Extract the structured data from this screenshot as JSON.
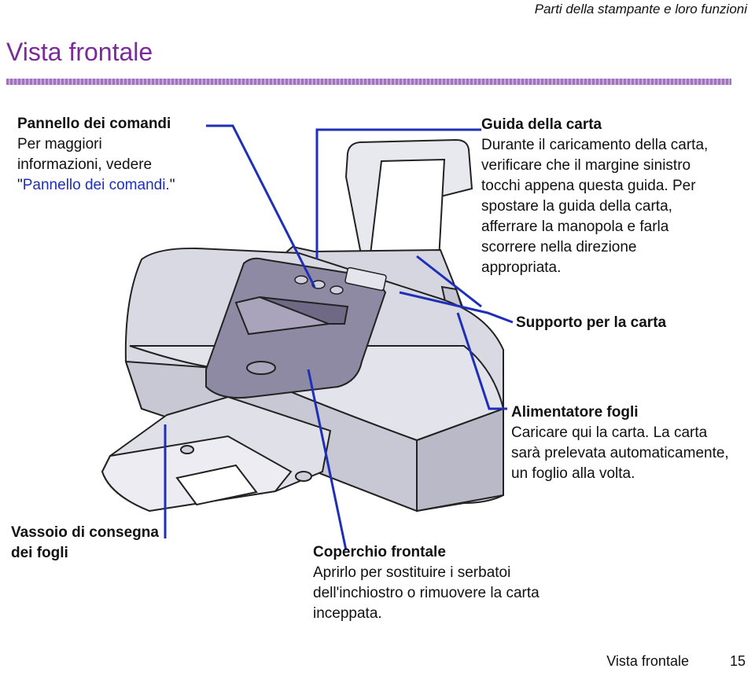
{
  "header": {
    "section": "Parti della stampante e loro funzioni"
  },
  "page_title": "Vista frontale",
  "callouts": {
    "pannello": {
      "title": "Pannello dei comandi",
      "line1": "Per maggiori",
      "line2": "informazioni, vedere",
      "quote_open": "\"",
      "link": "Pannello dei comandi.",
      "quote_close": "\""
    },
    "guida": {
      "title": "Guida della carta",
      "text": "Durante il caricamento della carta, verificare che il margine sinistro tocchi appena questa guida. Per spostare la guida della carta, afferrare la manopola e farla scorrere nella direzione appropriata."
    },
    "supporto": {
      "title": "Supporto per la carta"
    },
    "alimentatore": {
      "title": "Alimentatore fogli",
      "text": "Caricare qui la carta. La carta sarà prelevata automaticamente, un foglio alla volta."
    },
    "vassoio": {
      "title": "Vassoio di consegna dei fogli"
    },
    "coperchio": {
      "title": "Coperchio frontale",
      "text": "Aprirlo per sostituire i serbatoi dell'inchiostro o rimuovere la carta inceppata."
    }
  },
  "footer": {
    "label": "Vista frontale",
    "page": "15"
  },
  "colors": {
    "accent": "#7a2a9a",
    "leader": "#1e2fb8",
    "printer_body": "#d9d9e3",
    "printer_panel": "#8f8aa3"
  }
}
